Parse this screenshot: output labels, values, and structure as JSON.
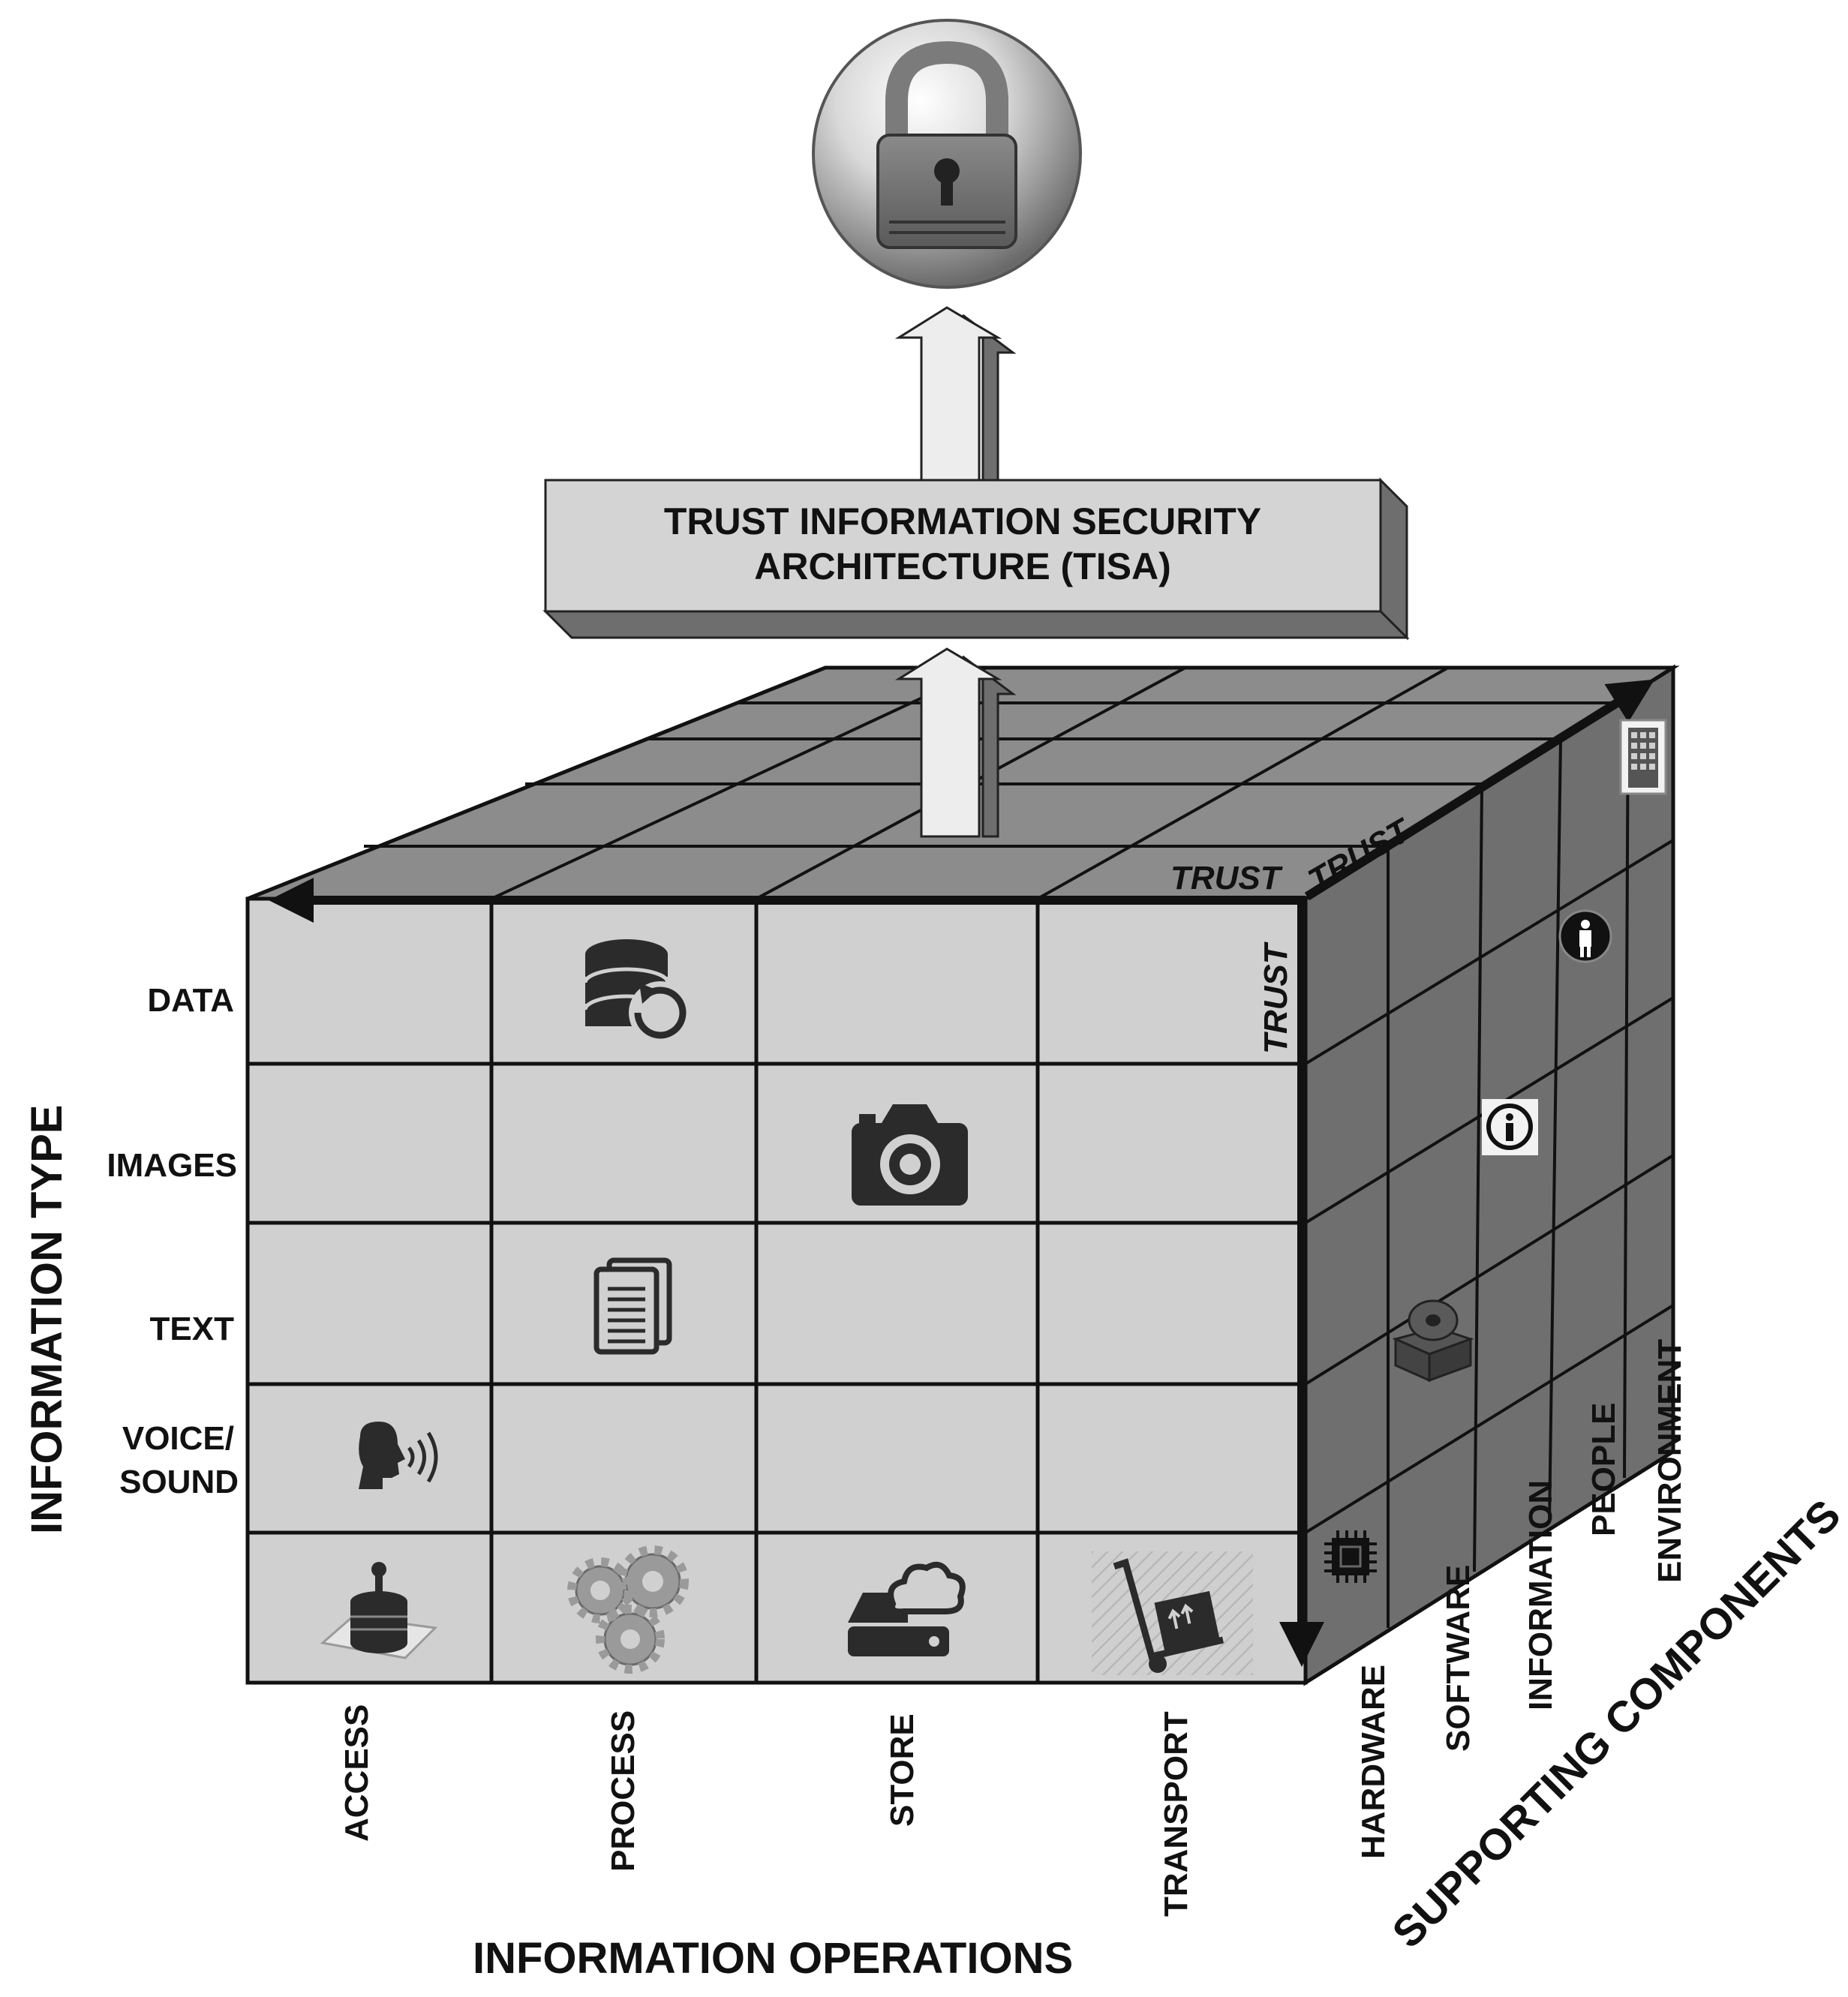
{
  "architecture_box": {
    "line1": "TRUST INFORMATION SECURITY",
    "line2": "ARCHITECTURE (TISA)"
  },
  "axes": {
    "vertical_title": "INFORMATION TYPE",
    "horizontal_title": "INFORMATION OPERATIONS",
    "depth_title": "SUPPORTING COMPONENTS"
  },
  "information_types": [
    "DATA",
    "IMAGES",
    "TEXT",
    "VOICE/",
    "SOUND"
  ],
  "information_operations": [
    "ACCESS",
    "PROCESS",
    "STORE",
    "TRANSPORT"
  ],
  "supporting_components": [
    "HARDWARE",
    "SOFTWARE",
    "INFORMATION",
    "PEOPLE",
    "ENVIRONMENT"
  ],
  "trust_labels": {
    "front_top": "TRUST",
    "side_top": "TRUST",
    "front_right": "TRUST"
  },
  "icons": [
    "padlock-icon",
    "database-restore-icon",
    "camera-icon",
    "documents-icon",
    "speaking-voice-icon",
    "database-key-icon",
    "gears-icon",
    "cloud-drive-icon",
    "hand-truck-icon",
    "building-icon",
    "person-icon",
    "info-icon",
    "disk-drive-icon",
    "chip-icon"
  ]
}
